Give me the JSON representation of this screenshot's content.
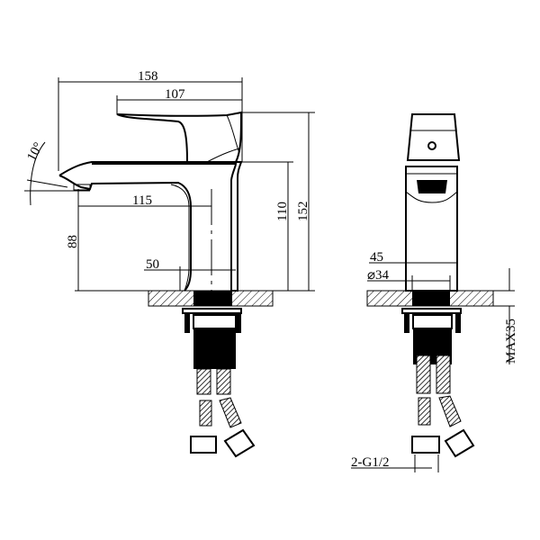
{
  "drawing": {
    "title": "Basin mixer faucet technical drawing",
    "side_view": {
      "overall_length": "158",
      "lever_length": "107",
      "spout_angle": "10°",
      "spout_reach": "115",
      "spout_height": "88",
      "body_height": "110",
      "total_height": "152",
      "centre_offset": "50"
    },
    "front_view": {
      "body_width": "45",
      "shank_diameter": "⌀34",
      "max_deck_thickness": "MAX35",
      "connection": "2-G1/2"
    },
    "colors": {
      "line": "#000000",
      "background": "#ffffff"
    }
  }
}
